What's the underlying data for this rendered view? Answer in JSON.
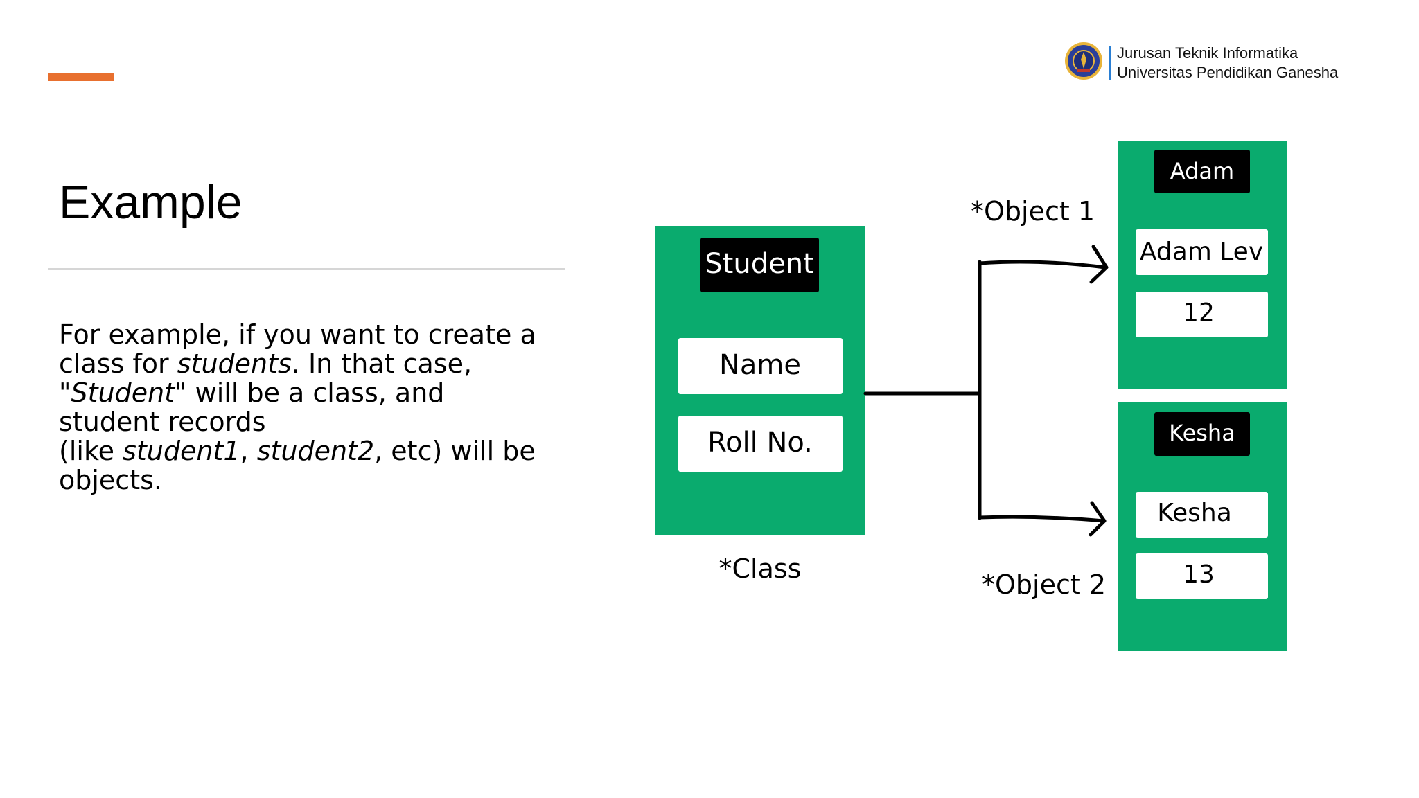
{
  "header": {
    "line1": "Jurusan Teknik Informatika",
    "line2": "Universitas Pendidikan Ganesha"
  },
  "slide": {
    "title": "Example",
    "paragraph": {
      "l1": "For example, if you want to create a",
      "l2a": "class for ",
      "l2b": "students",
      "l2c": ". In that case,",
      "l3a": "\"",
      "l3b": "Student",
      "l3c": "\" will be a class, and",
      "l4": "student records",
      "l5a": "(like ",
      "l5b": "student1",
      "l5c": ", ",
      "l5d": "student2",
      "l5e": ", etc) will be",
      "l6": "objects."
    }
  },
  "diagram": {
    "class_box": {
      "title": "Student",
      "fields": [
        "Name",
        "Roll No."
      ],
      "caption": "*Class"
    },
    "object1": {
      "caption": "*Object 1",
      "title": "Adam",
      "values": [
        "Adam Lev",
        "12"
      ]
    },
    "object2": {
      "caption": "*Object 2",
      "title": "Kesha",
      "values": [
        "Kesha",
        "13"
      ]
    }
  },
  "colors": {
    "accent": "#e8702f",
    "box_green": "#0aab6e",
    "label_black": "#000000",
    "header_rule": "#2a7fd4"
  }
}
